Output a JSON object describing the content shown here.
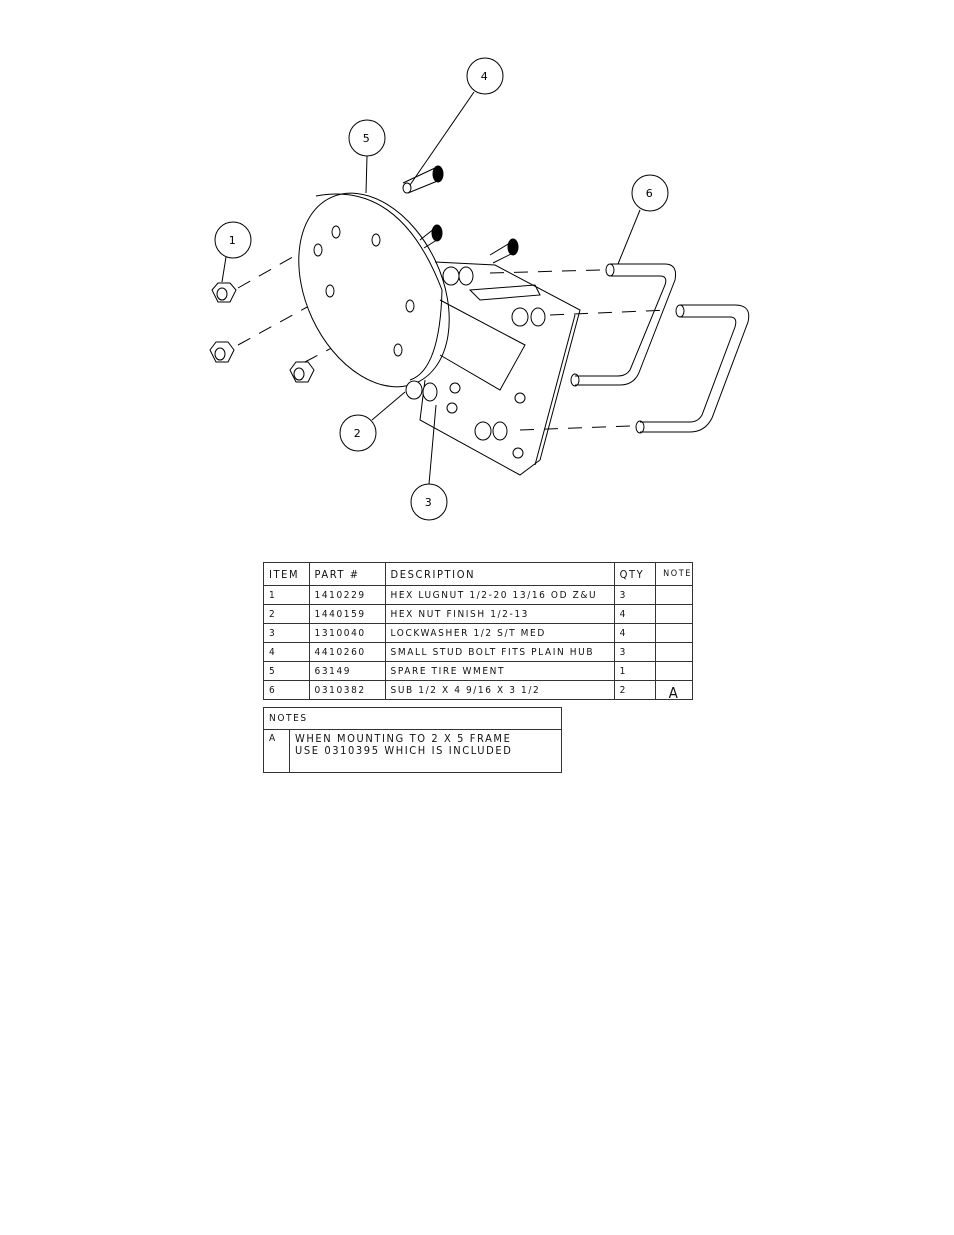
{
  "balloons": {
    "b1": "1",
    "b2": "2",
    "b3": "3",
    "b4": "4",
    "b5": "5",
    "b6": "6"
  },
  "bom": {
    "headers": {
      "item": "ITEM",
      "part": "PART #",
      "description": "DESCRIPTION",
      "qty": "QTY",
      "note": "NOTE"
    },
    "rows": [
      {
        "item": "1",
        "part": "1410229",
        "description": "HEX LUGNUT 1/2-20 13/16 OD Z&U",
        "qty": "3",
        "note": ""
      },
      {
        "item": "2",
        "part": "1440159",
        "description": "HEX NUT FINISH 1/2-13",
        "qty": "4",
        "note": ""
      },
      {
        "item": "3",
        "part": "1310040",
        "description": "LOCKWASHER 1/2 S/T MED",
        "qty": "4",
        "note": ""
      },
      {
        "item": "4",
        "part": "4410260",
        "description": "SMALL STUD BOLT FITS PLAIN HUB",
        "qty": "3",
        "note": ""
      },
      {
        "item": "5",
        "part": "63149",
        "description": "SPARE TIRE WMENT",
        "qty": "1",
        "note": ""
      },
      {
        "item": "6",
        "part": "0310382",
        "description": "SUB 1/2 X 4 9/16 X 3 1/2",
        "qty": "2",
        "note": "A"
      }
    ]
  },
  "notes": {
    "title": "NOTES",
    "items": [
      {
        "key": "A",
        "line1": "WHEN MOUNTING TO 2 X 5 FRAME",
        "line2": "USE 0310395 WHICH IS INCLUDED"
      }
    ]
  }
}
